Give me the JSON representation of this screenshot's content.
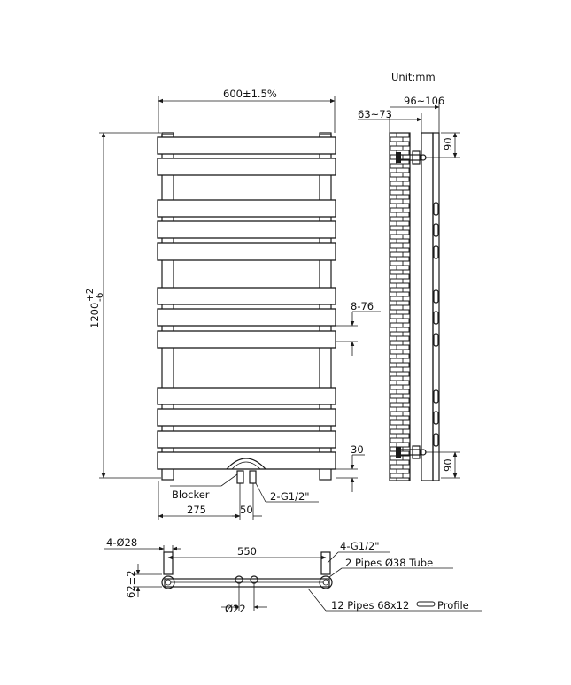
{
  "unit_label": "Unit:mm",
  "front_view": {
    "width_dim": "600±1.5%",
    "height_dim_main": "1200",
    "height_dim_tol": "+2",
    "height_dim_tol2": "-6",
    "bar_gap_dim": "8-76",
    "bottom_dim": "30",
    "blocker_label": "Blocker",
    "inlet_dim": "2-G1/2\"",
    "offset_dim": "275",
    "pipe_spacing_dim": "50"
  },
  "side_view": {
    "wall_gap_dim": "63~73",
    "depth_dim": "96~106",
    "top_bracket_dim": "90",
    "bottom_bracket_dim": "90"
  },
  "bottom_view": {
    "mount_dim": "4-Ø28",
    "center_dim": "550",
    "thread_dim": "4-G1/2\"",
    "pipes_label": "2 Pipes Ø38 Tube",
    "height_dim": "62±2",
    "pipe_dia_dim": "Ø22",
    "profile_label": "12 Pipes 68x12",
    "profile_suffix": "Profile"
  },
  "colors": {
    "line": "#1a1a1a",
    "background": "#ffffff"
  }
}
